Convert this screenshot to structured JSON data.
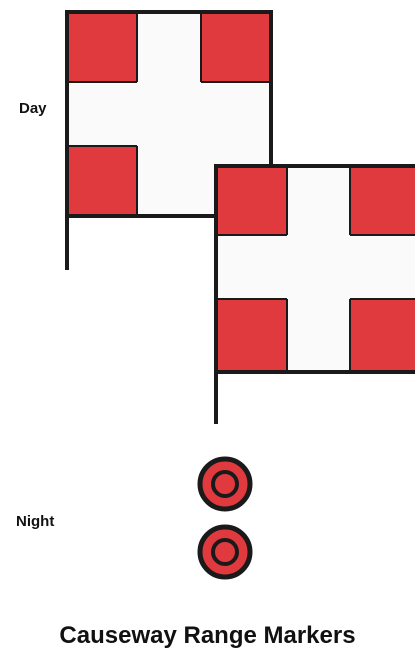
{
  "labels": {
    "day": "Day",
    "night": "Night"
  },
  "title": "Causeway Range Markers",
  "colors": {
    "red": "#e0393e",
    "white": "#fafafa",
    "outline": "#1a1a1a"
  }
}
